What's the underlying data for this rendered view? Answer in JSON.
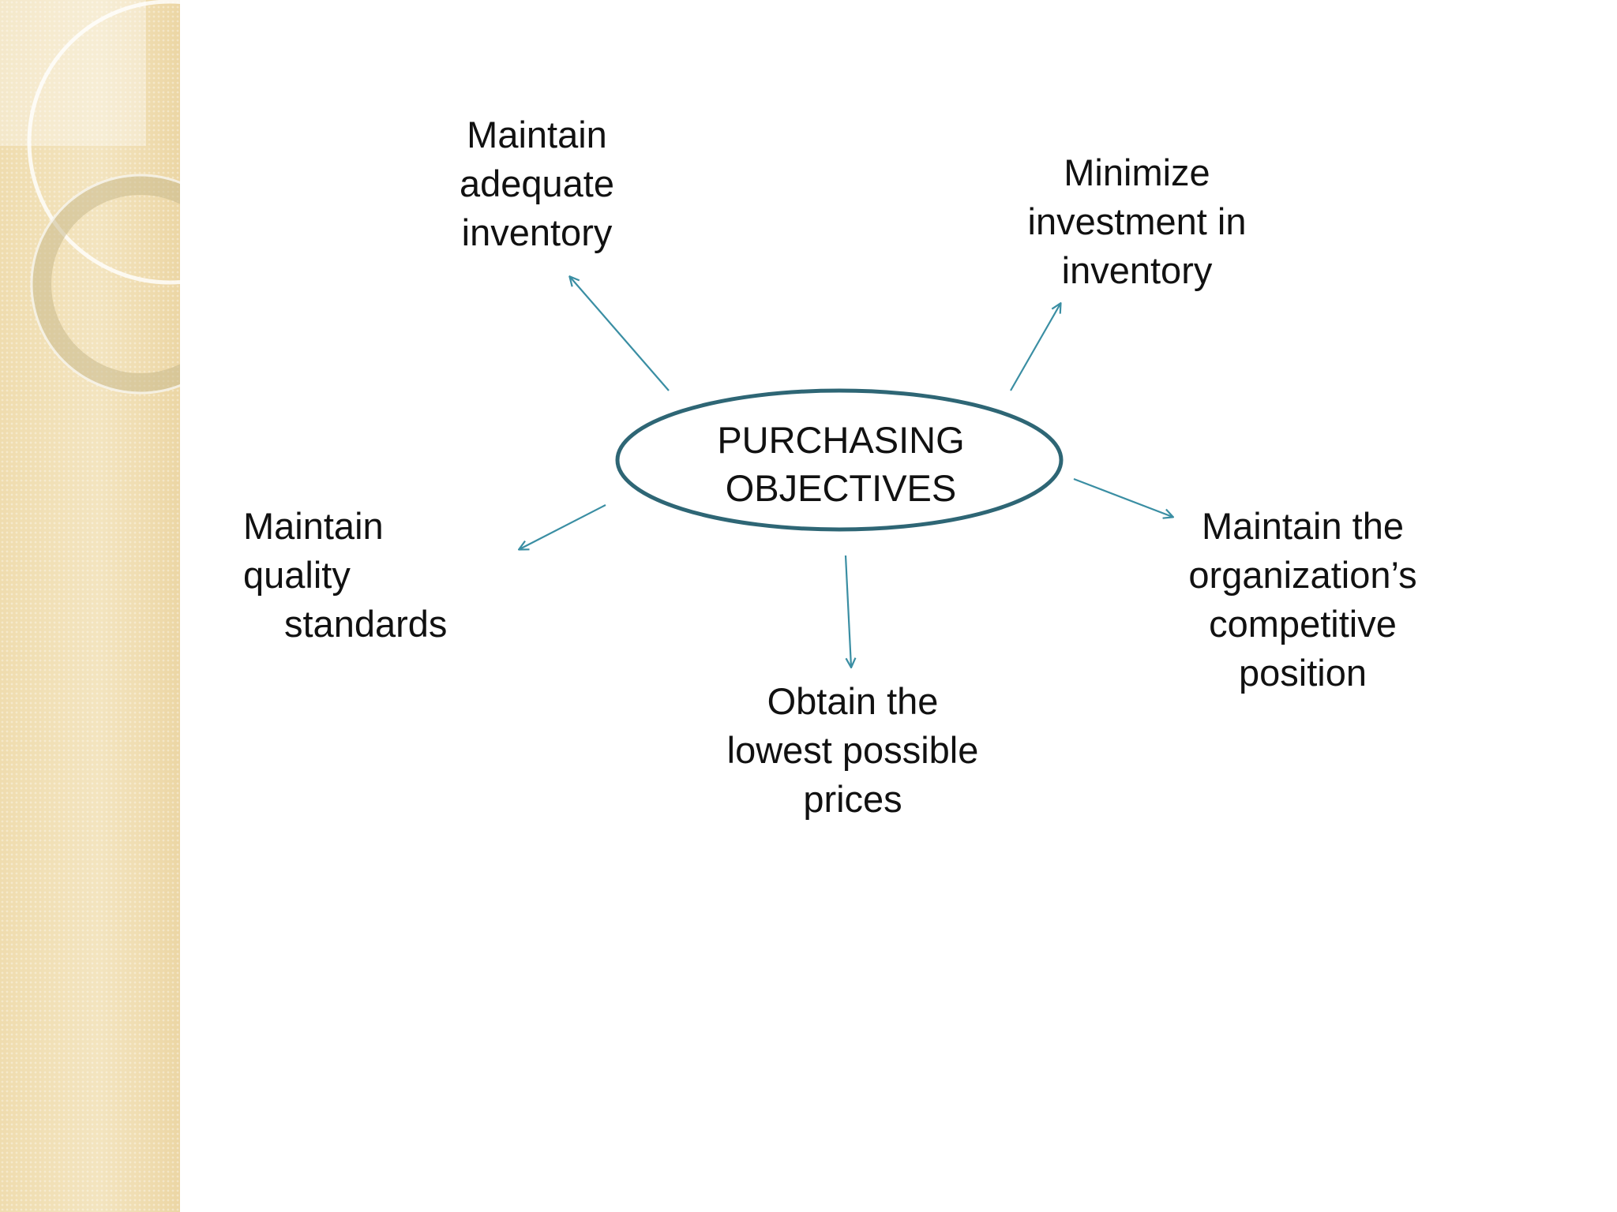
{
  "hub": {
    "line1": "PURCHASING",
    "line2": "OBJECTIVES"
  },
  "objectives": {
    "top_left": {
      "lines": [
        "Maintain",
        "adequate",
        "inventory"
      ]
    },
    "top_right": {
      "lines": [
        "Minimize",
        "investment in",
        "inventory"
      ]
    },
    "left": {
      "lines": [
        "Maintain",
        "quality",
        "standards"
      ]
    },
    "bottom": {
      "lines": [
        "Obtain the",
        "lowest possible",
        "prices"
      ]
    },
    "right": {
      "lines": [
        "Maintain the",
        "organization’s",
        "competitive",
        "position"
      ]
    }
  },
  "colors": {
    "ellipse_stroke": "#2e6675",
    "arrow": "#3a8ea3",
    "side_band": "#f1e1b6",
    "text": "#111111"
  }
}
